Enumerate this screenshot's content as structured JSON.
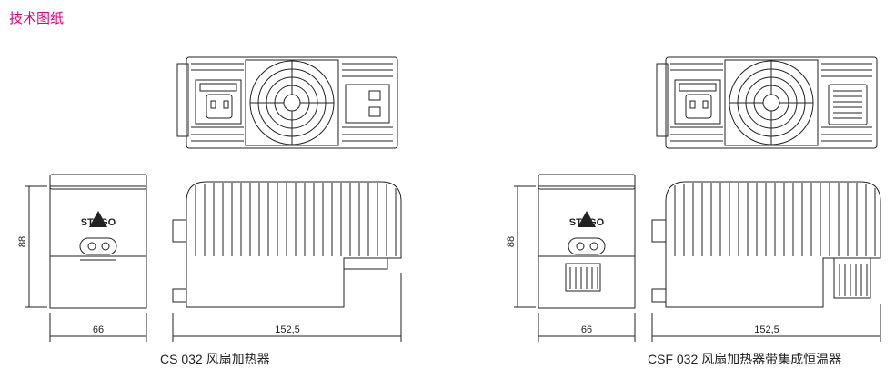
{
  "page": {
    "section_title": "技术图纸",
    "accent_color": "#e2007a"
  },
  "drawings": [
    {
      "logo": "STEGO",
      "height_dim": "88",
      "width_dim": "66",
      "length_dim": "152,5",
      "caption": "CS 032 风扇加热器"
    },
    {
      "logo": "STEGO",
      "height_dim": "88",
      "width_dim": "66",
      "length_dim": "152,5",
      "caption": "CSF 032 风扇加热器带集成恒温器"
    }
  ]
}
